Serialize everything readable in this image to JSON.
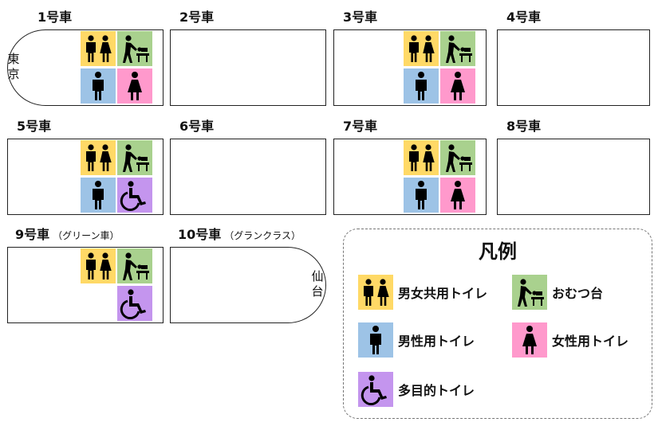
{
  "colors": {
    "unisex": "#ffd966",
    "diaper": "#a9d18e",
    "male": "#9dc3e6",
    "female": "#ff99cc",
    "accessible": "#c495ee"
  },
  "cars": [
    {
      "label": "1号車",
      "sub": "",
      "nose": "left",
      "icons": [
        "unisex",
        "diaper",
        "male",
        "female"
      ]
    },
    {
      "label": "2号車",
      "sub": "",
      "nose": "",
      "icons": []
    },
    {
      "label": "3号車",
      "sub": "",
      "nose": "",
      "icons": [
        "unisex",
        "diaper",
        "male",
        "female"
      ]
    },
    {
      "label": "4号車",
      "sub": "",
      "nose": "",
      "icons": []
    },
    {
      "label": "5号車",
      "sub": "",
      "nose": "",
      "icons": [
        "unisex",
        "diaper",
        "male",
        "accessible"
      ]
    },
    {
      "label": "6号車",
      "sub": "",
      "nose": "",
      "icons": []
    },
    {
      "label": "7号車",
      "sub": "",
      "nose": "",
      "icons": [
        "unisex",
        "diaper",
        "male",
        "female"
      ]
    },
    {
      "label": "8号車",
      "sub": "",
      "nose": "",
      "icons": []
    },
    {
      "label": "9号車",
      "sub": "（グリーン車）",
      "nose": "",
      "icons": [
        "unisex",
        "diaper",
        "",
        "accessible"
      ]
    },
    {
      "label": "10号車",
      "sub": "（グランクラス）",
      "nose": "right",
      "icons": []
    }
  ],
  "destinations": {
    "left": [
      "東",
      "京"
    ],
    "right": [
      "仙",
      "台"
    ]
  },
  "legend": {
    "title": "凡例",
    "items": [
      {
        "icon": "unisex",
        "label": "男女共用トイレ"
      },
      {
        "icon": "diaper",
        "label": "おむつ台"
      },
      {
        "icon": "male",
        "label": "男性用トイレ"
      },
      {
        "icon": "female",
        "label": "女性用トイレ"
      },
      {
        "icon": "accessible",
        "label": "多目的トイレ"
      }
    ]
  }
}
